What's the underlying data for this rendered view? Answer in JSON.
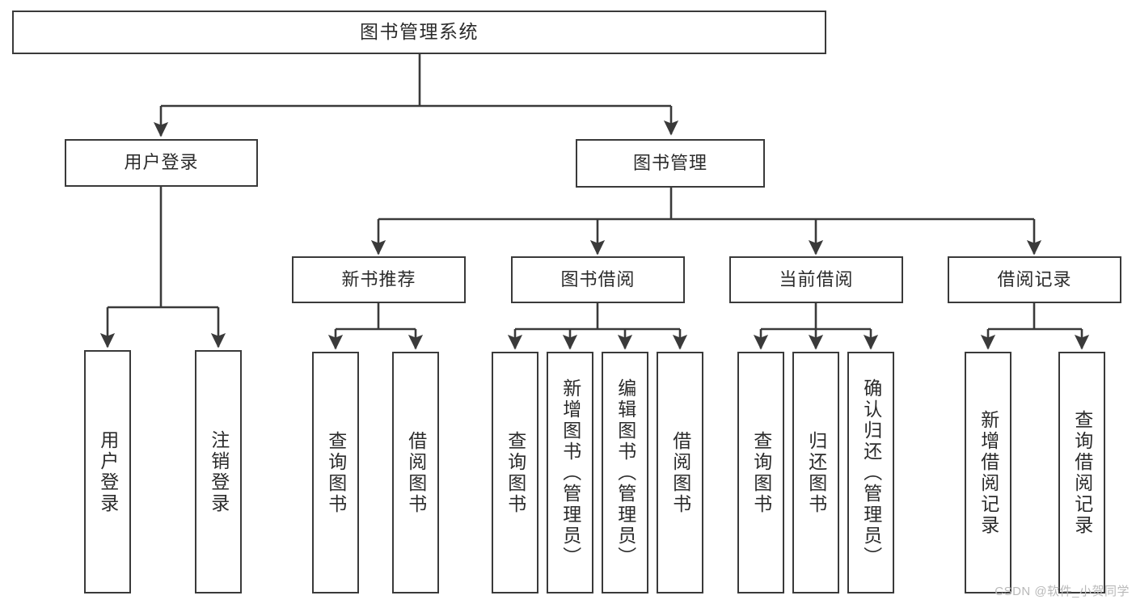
{
  "diagram": {
    "type": "tree-hierarchy",
    "title": "图书管理系统",
    "root": {
      "id": "root",
      "label": "图书管理系统"
    },
    "level1": [
      {
        "id": "user-login",
        "label": "用户登录"
      },
      {
        "id": "book-manage",
        "label": "图书管理"
      }
    ],
    "level2": [
      {
        "id": "new-book-recommend",
        "label": "新书推荐",
        "parent": "book-manage"
      },
      {
        "id": "book-borrow",
        "label": "图书借阅",
        "parent": "book-manage"
      },
      {
        "id": "current-borrow",
        "label": "当前借阅",
        "parent": "book-manage"
      },
      {
        "id": "borrow-record",
        "label": "借阅记录",
        "parent": "book-manage"
      }
    ],
    "leaves": [
      {
        "id": "leaf-user-login",
        "label": "用户登录",
        "parent": "user-login"
      },
      {
        "id": "leaf-logout",
        "label": "注销登录",
        "parent": "user-login"
      },
      {
        "id": "leaf-query-book-1",
        "label": "查询图书",
        "parent": "new-book-recommend"
      },
      {
        "id": "leaf-borrow-book-1",
        "label": "借阅图书",
        "parent": "new-book-recommend"
      },
      {
        "id": "leaf-query-book-2",
        "label": "查询图书",
        "parent": "book-borrow"
      },
      {
        "id": "leaf-add-book",
        "label": "新增图书（管理员）",
        "parent": "book-borrow"
      },
      {
        "id": "leaf-edit-book",
        "label": "编辑图书（管理员）",
        "parent": "book-borrow"
      },
      {
        "id": "leaf-borrow-book-2",
        "label": "借阅图书",
        "parent": "book-borrow"
      },
      {
        "id": "leaf-query-book-3",
        "label": "查询图书",
        "parent": "current-borrow"
      },
      {
        "id": "leaf-return-book",
        "label": "归还图书",
        "parent": "current-borrow"
      },
      {
        "id": "leaf-confirm-return",
        "label": "确认归还（管理员）",
        "parent": "current-borrow"
      },
      {
        "id": "leaf-add-record",
        "label": "新增借阅记录",
        "parent": "borrow-record"
      },
      {
        "id": "leaf-query-record",
        "label": "查询借阅记录",
        "parent": "borrow-record"
      }
    ],
    "colors": {
      "border": "#3a3a3a",
      "box_fill": "#ffffff",
      "text": "#2b2b2b",
      "background": "#ffffff",
      "watermark": "#b9b9b9"
    }
  },
  "watermark": {
    "text": "CSDN @软件_小贺同学"
  }
}
